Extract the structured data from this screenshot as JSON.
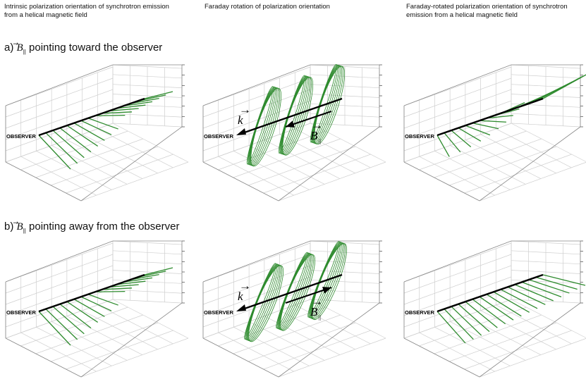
{
  "headers": [
    "Intrinsic polarization orientation of synchrotron emission from a helical magnetic field",
    "Faraday rotation of polarization orientation",
    "Faraday-rotated polarization orientation of synchrotron emission from a helical magnetic field"
  ],
  "rows": [
    {
      "prefix": "a)",
      "vector": "B",
      "subscript": "||",
      "text": " pointing toward the observer"
    },
    {
      "prefix": "b)",
      "vector": "B",
      "subscript": "||",
      "text": " pointing away from the observer"
    }
  ],
  "observer_label": "OBSERVER",
  "k_label": "k",
  "b_label": "B",
  "b_subscript": "||",
  "colors": {
    "wave": "#2e8b2e",
    "axis": "#000000",
    "grid": "#cfcfcf",
    "box": "#888888"
  }
}
